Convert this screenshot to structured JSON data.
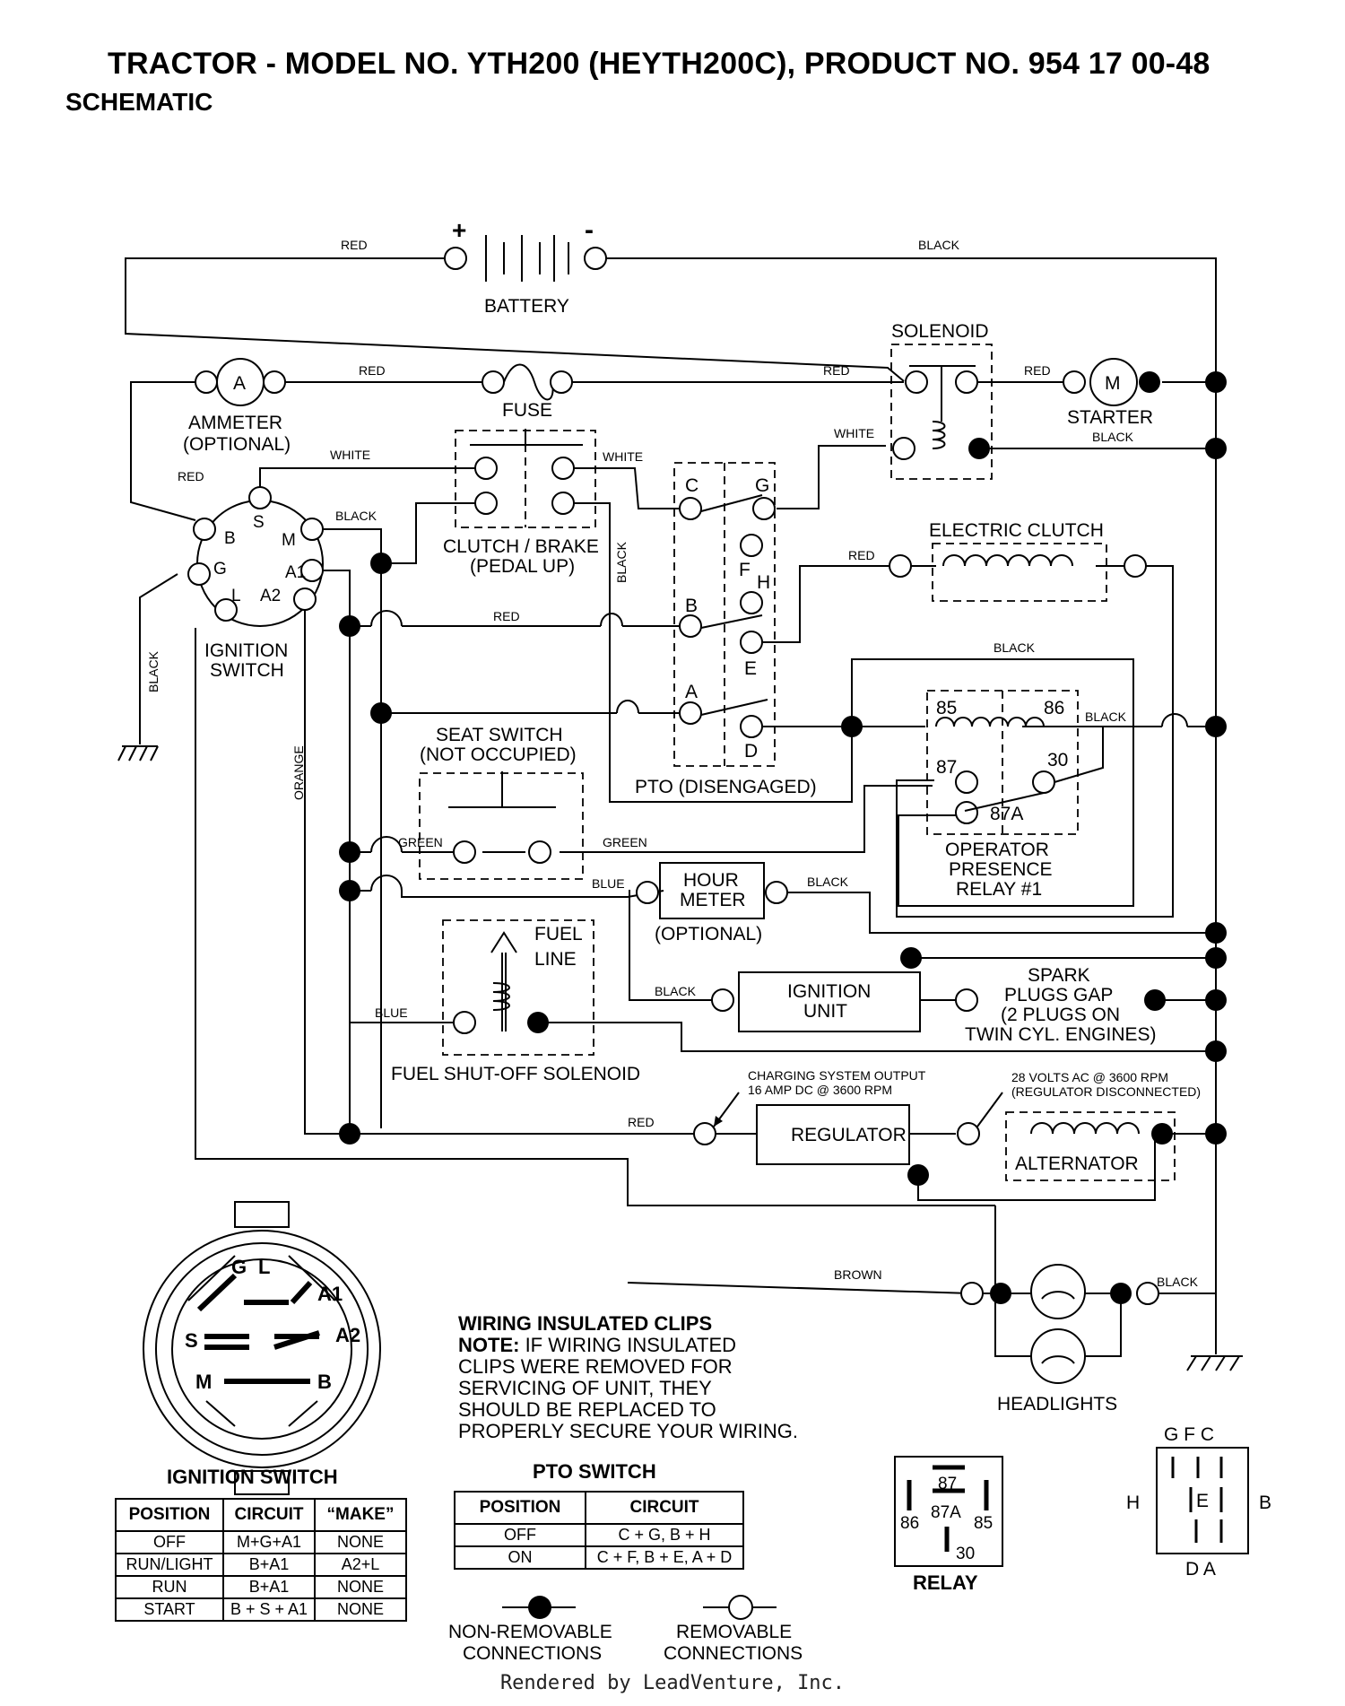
{
  "header": {
    "title": "TRACTOR - MODEL NO. YTH200 (HEYTH200C),  PRODUCT NO. 954 17 00-48",
    "subtitle": "SCHEMATIC"
  },
  "wire_labels": {
    "red": "RED",
    "black": "BLACK",
    "white": "WHITE",
    "green": "GREEN",
    "blue": "BLUE",
    "orange": "ORANGE",
    "brown": "BROWN"
  },
  "components": {
    "battery": "BATTERY",
    "battery_plus": "+",
    "battery_minus": "-",
    "ammeter": [
      "AMMETER",
      "(OPTIONAL)"
    ],
    "ammeter_symbol": "A",
    "fuse": "FUSE",
    "solenoid": "SOLENOID",
    "starter": "STARTER",
    "starter_symbol": "M",
    "clutch_brake": [
      "CLUTCH / BRAKE",
      "(PEDAL UP)"
    ],
    "electric_clutch": "ELECTRIC CLUTCH",
    "ignition_switch": [
      "IGNITION",
      "SWITCH"
    ],
    "ignition_terminals": {
      "S": "S",
      "B": "B",
      "M": "M",
      "G": "G",
      "A1": "A1",
      "L": "L",
      "A2": "A2"
    },
    "seat_switch": [
      "SEAT SWITCH",
      "(NOT OCCUPIED)"
    ],
    "pto": "PTO (DISENGAGED)",
    "pto_terminals": {
      "C": "C",
      "G": "G",
      "F": "F",
      "H": "H",
      "B": "B",
      "E": "E",
      "A": "A",
      "D": "D"
    },
    "relay": [
      "OPERATOR",
      "PRESENCE",
      "RELAY #1"
    ],
    "relay_terminals": {
      "t85": "85",
      "t86": "86",
      "t87": "87",
      "t30": "30",
      "t87a": "87A"
    },
    "hour_meter": [
      "HOUR",
      "METER",
      "(OPTIONAL)"
    ],
    "fuel_line": [
      "FUEL",
      "LINE"
    ],
    "fuel_solenoid": "FUEL SHUT-OFF SOLENOID",
    "ignition_unit": [
      "IGNITION",
      "UNIT"
    ],
    "spark_plugs": [
      "SPARK",
      "PLUGS GAP",
      "(2 PLUGS ON",
      "TWIN CYL. ENGINES)"
    ],
    "charging_output": [
      "CHARGING SYSTEM OUTPUT",
      "16 AMP DC @ 3600 RPM"
    ],
    "ac_output": [
      "28 VOLTS AC @ 3600 RPM",
      "(REGULATOR DISCONNECTED)"
    ],
    "regulator": "REGULATOR",
    "alternator": "ALTERNATOR",
    "headlights": "HEADLIGHTS"
  },
  "ignition_diagram": {
    "title": "IGNITION SWITCH",
    "labels": {
      "G": "G",
      "L": "L",
      "A1": "A1",
      "S": "S",
      "A2": "A2",
      "M": "M",
      "B": "B"
    }
  },
  "ignition_table": {
    "headers": [
      "POSITION",
      "CIRCUIT",
      "“MAKE”"
    ],
    "rows": [
      [
        "OFF",
        "M+G+A1",
        "NONE"
      ],
      [
        "RUN/LIGHT",
        "B+A1",
        "A2+L"
      ],
      [
        "RUN",
        "B+A1",
        "NONE"
      ],
      [
        "START",
        "B + S + A1",
        "NONE"
      ]
    ]
  },
  "wiring_note": {
    "heading": "WIRING INSULATED CLIPS",
    "note_label": "NOTE:",
    "lines": [
      " IF WIRING INSULATED",
      "CLIPS WERE REMOVED FOR",
      "SERVICING OF UNIT, THEY",
      "SHOULD BE REPLACED TO",
      "PROPERLY SECURE YOUR WIRING."
    ]
  },
  "pto_table": {
    "title": "PTO SWITCH",
    "headers": [
      "POSITION",
      "CIRCUIT"
    ],
    "rows": [
      [
        "OFF",
        "C + G, B + H"
      ],
      [
        "ON",
        "C + F, B + E, A + D"
      ]
    ]
  },
  "legend": {
    "non_removable": [
      "NON-REMOVABLE",
      "CONNECTIONS"
    ],
    "removable": [
      "REMOVABLE",
      "CONNECTIONS"
    ]
  },
  "relay_diagram": {
    "title": "RELAY",
    "labels": {
      "t87": "87",
      "t87a": "87A",
      "t86": "86",
      "t85": "85",
      "t30": "30"
    }
  },
  "pto_diagram": {
    "top": "G F C",
    "left": "H",
    "center": "E",
    "right": "B",
    "bottom": "D A"
  },
  "footer": "Rendered by LeadVenture, Inc."
}
